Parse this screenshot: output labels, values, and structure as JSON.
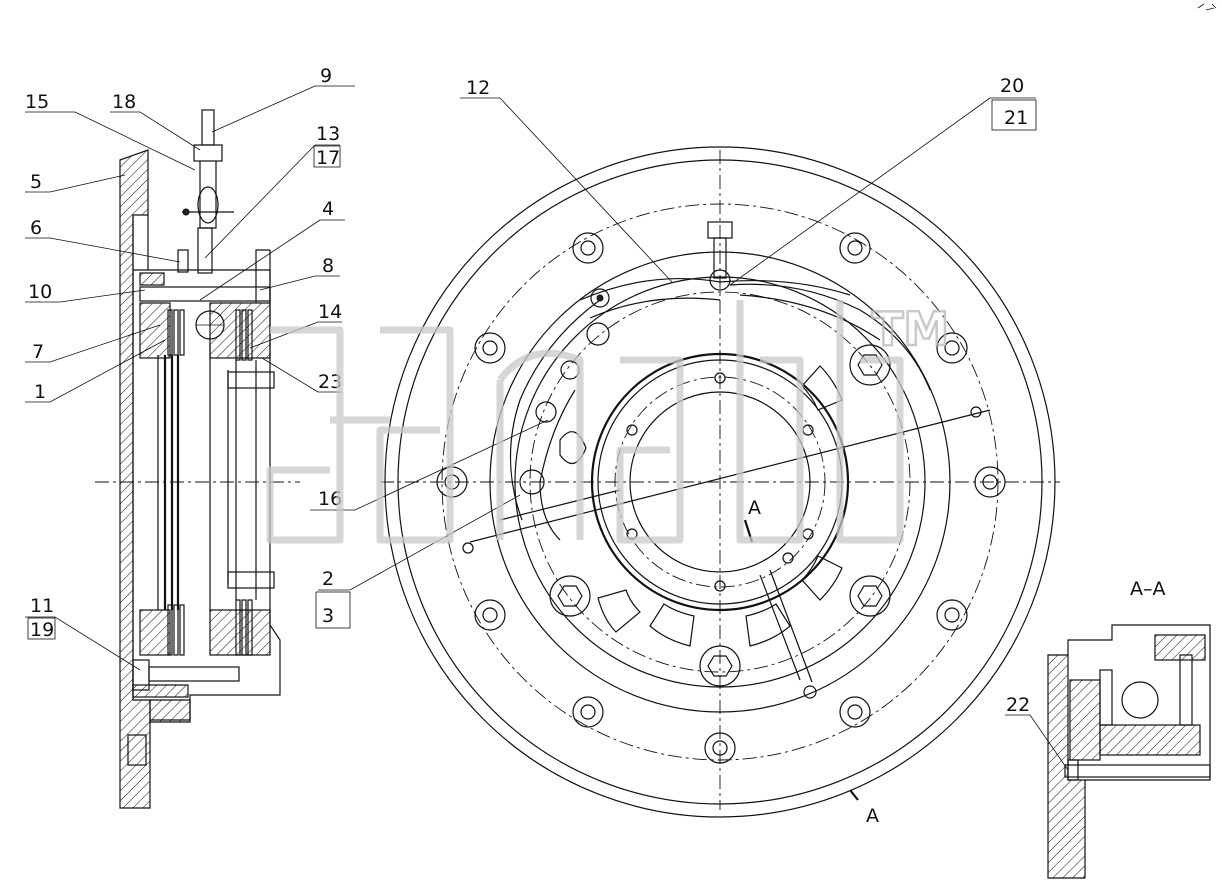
{
  "callouts": {
    "c9": "9",
    "c18": "18",
    "c15": "15",
    "c13": "13",
    "c17": "17",
    "c5": "5",
    "c4": "4",
    "c6": "6",
    "c8": "8",
    "c10": "10",
    "c14": "14",
    "c7": "7",
    "c23": "23",
    "c1": "1",
    "c11": "11",
    "c19": "19",
    "c16": "16",
    "c2": "2",
    "c3": "3",
    "c12": "12",
    "c20": "20",
    "c21": "21",
    "c22": "22"
  },
  "section": {
    "title": "A–A",
    "mark_top": "A",
    "mark_bottom": "A"
  },
  "watermark": {
    "trademark": "TM"
  }
}
